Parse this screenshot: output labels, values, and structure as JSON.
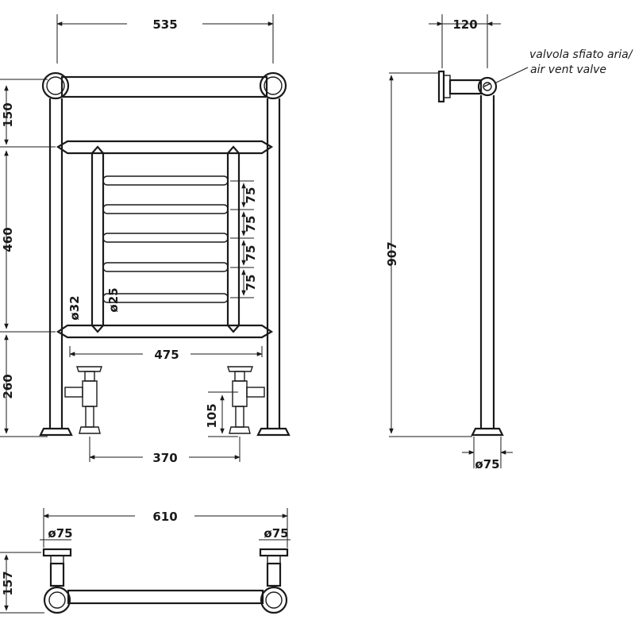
{
  "front_view": {
    "width": "535",
    "top_rail_height": "150",
    "panel_height": "460",
    "bottom_height": "260",
    "bar_spacings": [
      "75",
      "75",
      "75",
      "75"
    ],
    "tube_diameter": "ø25",
    "pipe_diameter": "ø32",
    "valve_spacing": "475",
    "valve_height": "105",
    "connection_spacing": "370"
  },
  "side_view": {
    "depth": "120",
    "total_height": "907",
    "foot_diameter": "ø75",
    "air_vent_label_it": "valvola sfiato aria/",
    "air_vent_label_en": "air vent valve"
  },
  "top_view": {
    "overall_width": "610",
    "depth": "157",
    "left_foot": "ø75",
    "right_foot": "ø75"
  }
}
